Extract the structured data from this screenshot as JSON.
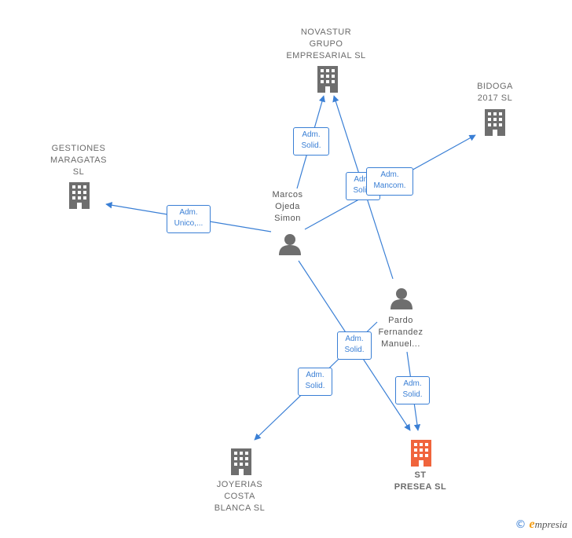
{
  "nodes": {
    "novastur": {
      "label": "NOVASTUR\nGRUPO\nEMPRESARIAL SL",
      "type": "company"
    },
    "bidoga": {
      "label": "BIDOGA\n2017  SL",
      "type": "company"
    },
    "gestiones": {
      "label": "GESTIONES\nMARAGATAS\nSL",
      "type": "company"
    },
    "marcos": {
      "label": "Marcos\nOjeda\nSimon",
      "type": "person"
    },
    "pardo": {
      "label": "Pardo\nFernandez\nManuel...",
      "type": "person"
    },
    "joyerias": {
      "label": "JOYERIAS\nCOSTA\nBLANCA  SL",
      "type": "company"
    },
    "st_presea": {
      "label": "ST\nPRESEA  SL",
      "type": "company-main"
    }
  },
  "edges": {
    "marcos_novastur": "Adm.\nSolid.",
    "pardo_novastur": "Adm.\nSolid.",
    "marcos_bidoga": "Adm.\nMancom.",
    "marcos_gestiones": "Adm.\nUnico,...",
    "pardo_joyerias": "Adm.\nSolid.",
    "marcos_stpresea": "Adm.\nSolid.",
    "pardo_stpresea": "Adm.\nSolid."
  },
  "colors": {
    "edge": "#3a7fd5",
    "company_icon": "#6e6e6e",
    "main_icon": "#f0643c",
    "person_icon": "#6e6e6e"
  },
  "footer": {
    "copyright": "©",
    "brand_initial": "e",
    "brand_rest": "mpresia"
  }
}
